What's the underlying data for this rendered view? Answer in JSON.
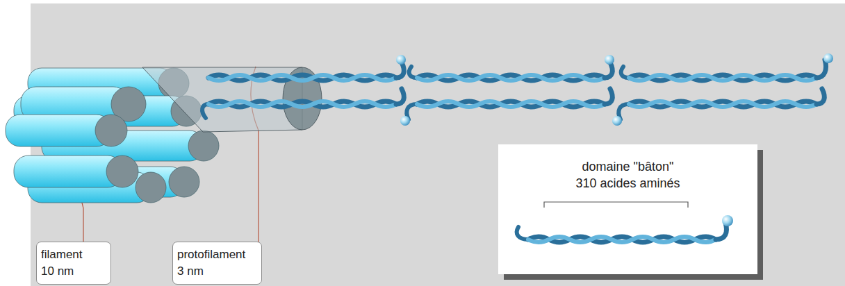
{
  "diagram": {
    "nodes": [
      {
        "text": [
          "filament 10 nm"
        ]
      },
      {
        "text": [
          "protofilament 3 nm"
        ]
      },
      {
        "text": [
          "domaine \"bâton\" 310 acides aminés"
        ]
      }
    ]
  }
}
